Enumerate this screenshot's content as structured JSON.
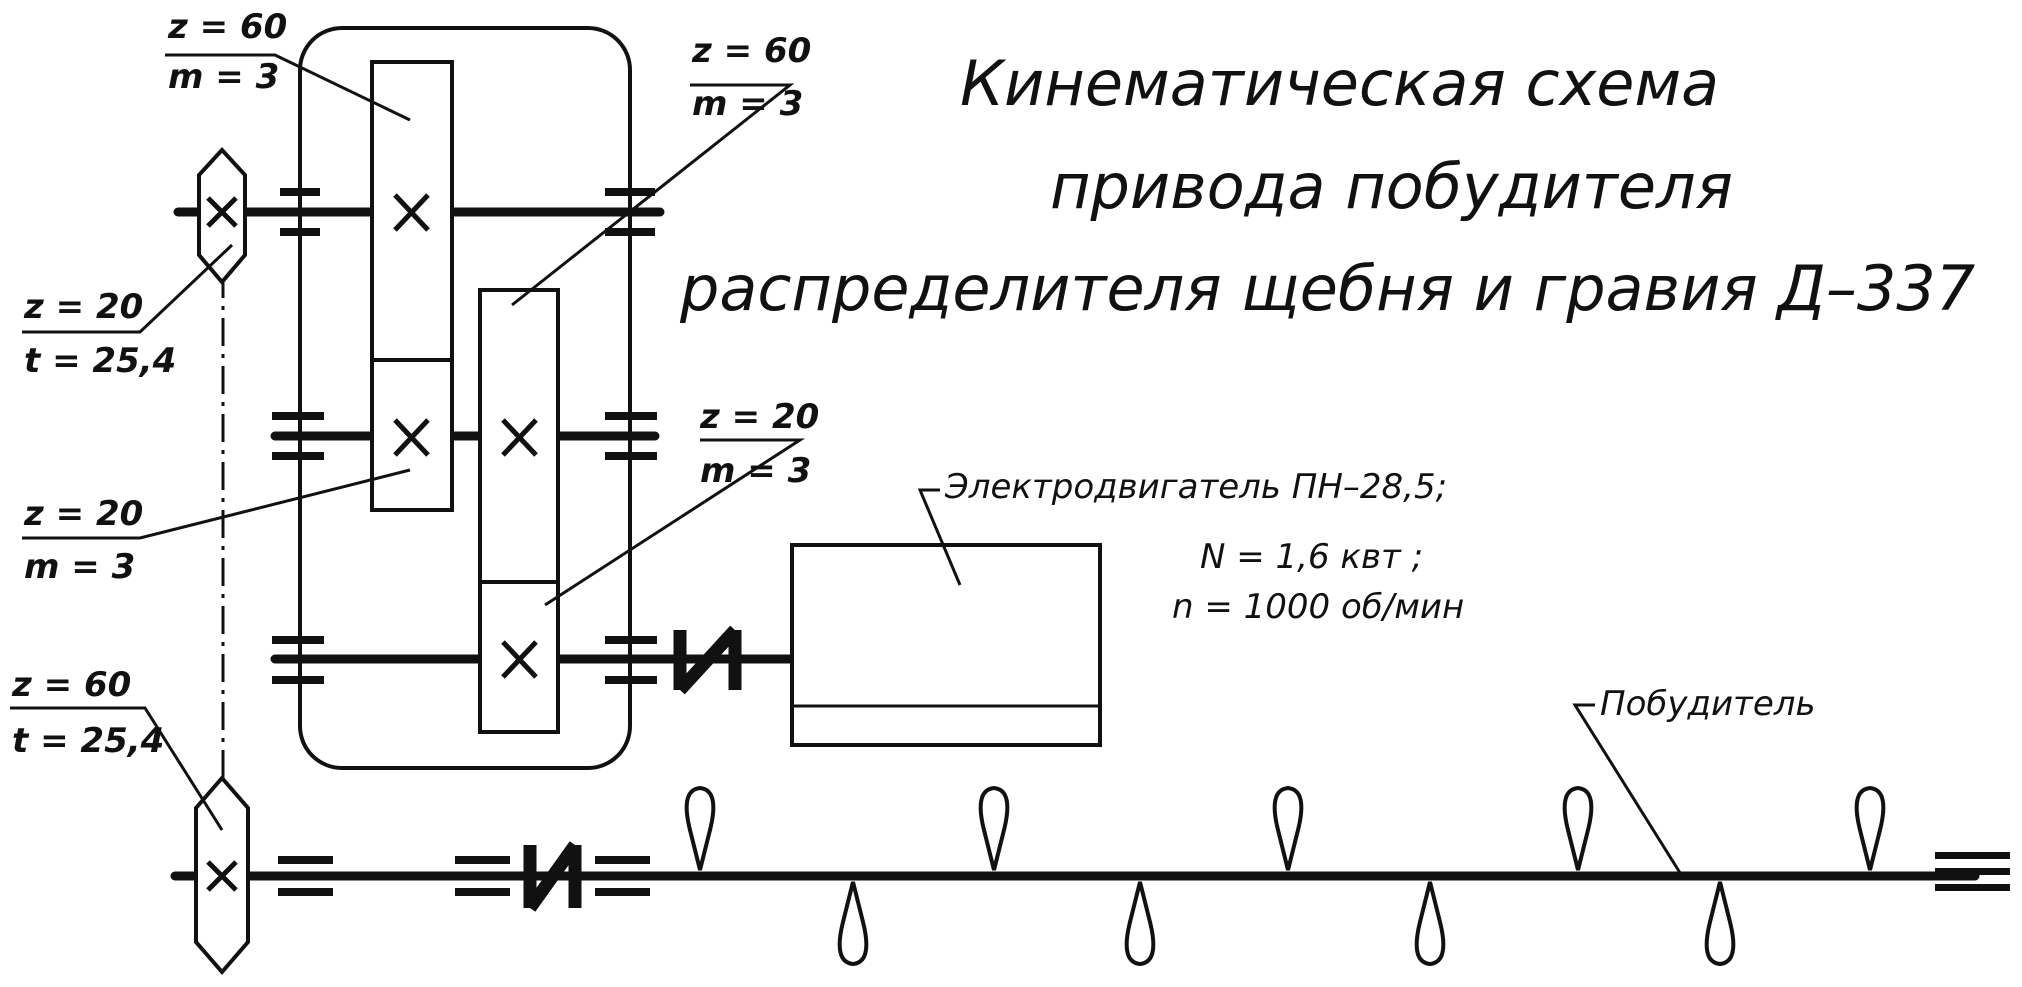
{
  "title": {
    "line1": "Кинематическая схема",
    "line2": "привода побудителя",
    "line3": "распределителя щебня и гравия Д–337"
  },
  "labels": {
    "gear_top_left": {
      "z": "z = 60",
      "m": "m = 3"
    },
    "gear_top_right": {
      "z": "z = 60",
      "m": "m = 3"
    },
    "sprocket_upper": {
      "z": "z = 20",
      "t": "t = 25,4"
    },
    "gear_mid_left": {
      "z": "z = 20",
      "m": "m = 3"
    },
    "gear_mid_right": {
      "z": "z = 20",
      "m": "m = 3"
    },
    "sprocket_lower": {
      "z": "z = 60",
      "t": "t = 25,4"
    }
  },
  "motor": {
    "name": "Электродвигатель ПН–28,5;",
    "power": "N = 1,6 квт ;",
    "speed": "n = 1000 об/мин"
  },
  "agitator": {
    "label": "Побудитель"
  },
  "colors": {
    "ink": "#111111",
    "paper": "#ffffff"
  }
}
